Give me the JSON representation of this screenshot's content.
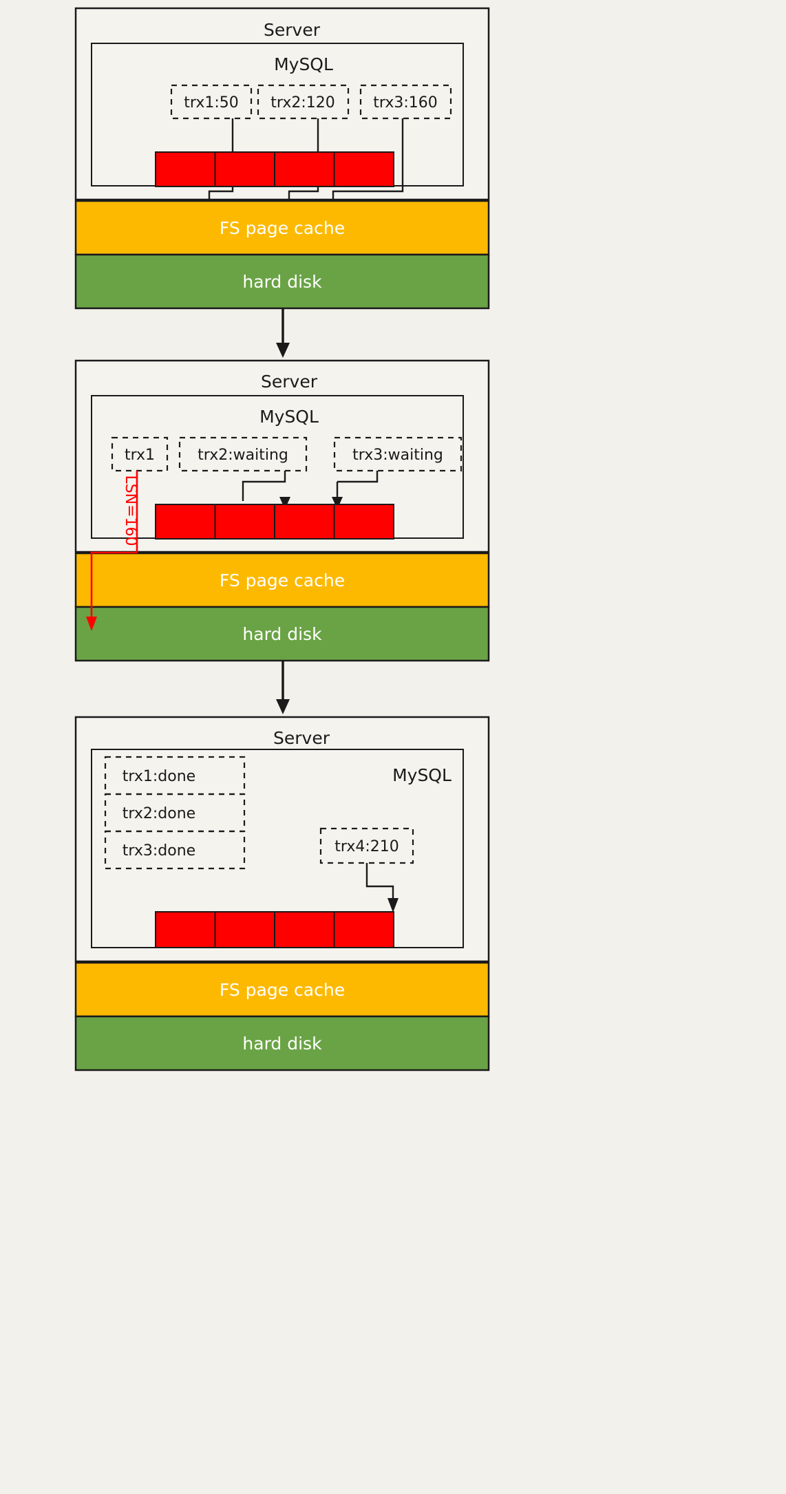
{
  "meta": {
    "title": "MySQL redo log flush to disk - three stage diagram",
    "background_color": "#f2f1ec",
    "line_color": "#1a1a1a",
    "redo_color": "#ff0000",
    "fs_cache_color": "#fdb900",
    "hard_disk_color": "#6aa345",
    "text_color": "#1a1a1a",
    "label_on_band_color": "#ffffff"
  },
  "panels": [
    {
      "id": "panel-1",
      "server_label": "Server",
      "mysql_label": "MySQL",
      "transactions": [
        {
          "label": "trx1:50"
        },
        {
          "label": "trx2:120"
        },
        {
          "label": "trx3:160"
        }
      ],
      "redo_log": {
        "cells": 4,
        "color": "#ff0000"
      },
      "bands": [
        {
          "name": "fs-page-cache",
          "label": "FS page cache",
          "color": "#fdb900"
        },
        {
          "name": "hard-disk",
          "label": "hard disk",
          "color": "#6aa345"
        }
      ],
      "lsn_arrow": null
    },
    {
      "id": "panel-2",
      "server_label": "Server",
      "mysql_label": "MySQL",
      "transactions": [
        {
          "label": "trx1"
        },
        {
          "label": "trx2:waiting"
        },
        {
          "label": "trx3:waiting"
        }
      ],
      "redo_log": {
        "cells": 4,
        "color": "#ff0000"
      },
      "bands": [
        {
          "name": "fs-page-cache",
          "label": "FS page cache",
          "color": "#fdb900"
        },
        {
          "name": "hard-disk",
          "label": "hard disk",
          "color": "#6aa345"
        }
      ],
      "lsn_arrow": {
        "label": "LSN=160",
        "color": "#ff0000"
      }
    },
    {
      "id": "panel-3",
      "server_label": "Server",
      "mysql_label": "MySQL",
      "done_transactions": [
        {
          "label": "trx1:done"
        },
        {
          "label": "trx2:done"
        },
        {
          "label": "trx3:done"
        }
      ],
      "transactions": [
        {
          "label": "trx4:210"
        }
      ],
      "redo_log": {
        "cells": 4,
        "color": "#ff0000"
      },
      "bands": [
        {
          "name": "fs-page-cache",
          "label": "FS page cache",
          "color": "#fdb900"
        },
        {
          "name": "hard-disk",
          "label": "hard disk",
          "color": "#6aa345"
        }
      ],
      "lsn_arrow": null
    }
  ],
  "connectors": [
    {
      "name": "panel1-to-panel2"
    },
    {
      "name": "panel2-to-panel3"
    }
  ]
}
